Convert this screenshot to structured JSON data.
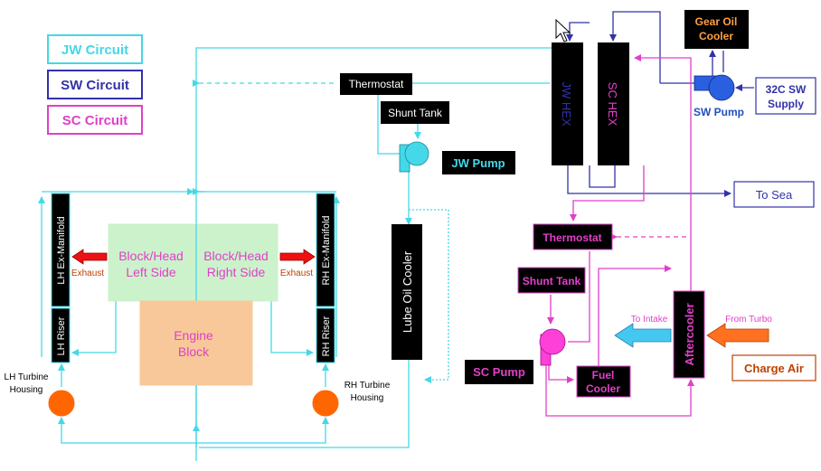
{
  "legend": {
    "jw": "JW Circuit",
    "sw": "SW Circuit",
    "sc": "SC Circuit"
  },
  "labels": {
    "thermostat_jw": "Thermostat",
    "shunt_tank_jw": "Shunt Tank",
    "jw_pump": "JW Pump",
    "jw_hex": "JW HEX",
    "sc_hex": "SC HEX",
    "gear_oil_cooler_line1": "Gear Oil",
    "gear_oil_cooler_line2": "Cooler",
    "sw_pump": "SW Pump",
    "sw_supply_line1": "32C SW",
    "sw_supply_line2": "Supply",
    "to_sea": "To Sea",
    "lh_ex_manifold": "LH Ex-Manifold",
    "rh_ex_manifold": "RH Ex-Manifold",
    "lh_riser": "LH Riser",
    "rh_riser": "RH Riser",
    "exhaust_left": "Exhaust",
    "exhaust_right": "Exhaust",
    "block_left_line1": "Block/Head",
    "block_left_line2": "Left Side",
    "block_right_line1": "Block/Head",
    "block_right_line2": "Right Side",
    "engine_block_line1": "Engine",
    "engine_block_line2": "Block",
    "lh_turbine_line1": "LH Turbine",
    "lh_turbine_line2": "Housing",
    "rh_turbine_line1": "RH Turbine",
    "rh_turbine_line2": "Housing",
    "lube_oil_cooler": "Lube Oil Cooler",
    "thermostat_sc": "Thermostat",
    "shunt_tank_sc": "Shunt Tank",
    "sc_pump": "SC Pump",
    "fuel_cooler_line1": "Fuel",
    "fuel_cooler_line2": "Cooler",
    "aftercooler": "Aftercooler",
    "to_intake": "To Intake",
    "from_turbo": "From Turbo",
    "charge_air": "Charge Air"
  },
  "colors": {
    "jw": "#44d8e8",
    "sw": "#3232a8",
    "sc": "#e040c8",
    "block_fill": "#ccf2cc",
    "engine_fill": "#f8c89a",
    "turbine": "#ff6600",
    "exhaust_arrow": "#ee1111",
    "intake_arrow": "#44c8f0",
    "turbo_arrow": "#ff7020",
    "charge_air_text": "#c04000",
    "jw_pump_text": "#44d8e8",
    "sw_pump_text": "#2050c0"
  }
}
